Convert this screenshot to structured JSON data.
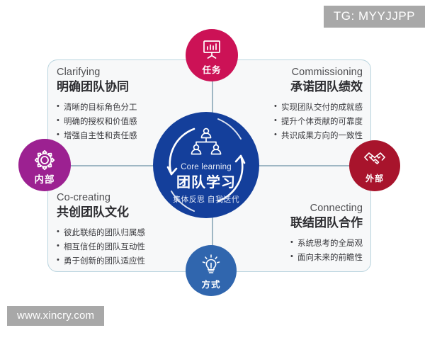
{
  "watermarks": {
    "top_right": "TG: MYYJJPP",
    "bottom_left": "www.xincry.com"
  },
  "hub": {
    "english": "Core learning",
    "chinese": "团队学习",
    "subtitle": "集体反思 自我迭代",
    "icon": "org-chart-icon",
    "color": "#143f9b"
  },
  "nodes": [
    {
      "id": "task",
      "label": "任务",
      "icon": "presentation-chart-icon",
      "color": "#cc1256",
      "position": "top"
    },
    {
      "id": "internal",
      "label": "内部",
      "icon": "gear-icon",
      "color": "#9c2191",
      "position": "left"
    },
    {
      "id": "external",
      "label": "外部",
      "icon": "handshake-icon",
      "color": "#a8142c",
      "position": "right"
    },
    {
      "id": "method",
      "label": "方式",
      "icon": "lightbulb-icon",
      "color": "#3066ae",
      "position": "bottom"
    }
  ],
  "quadrants": [
    {
      "id": "clarifying",
      "english": "Clarifying",
      "chinese": "明确团队协同",
      "bullets": [
        "清晰的目标角色分工",
        "明确的授权和价值感",
        "增强自主性和责任感"
      ]
    },
    {
      "id": "commissioning",
      "english": "Commissioning",
      "chinese": "承诺团队绩效",
      "bullets": [
        "实现团队交付的成就感",
        "提升个体贡献的可靠度",
        "共识成果方向的一致性"
      ]
    },
    {
      "id": "cocreating",
      "english": "Co-creating",
      "chinese": "共创团队文化",
      "bullets": [
        "彼此联结的团队归属感",
        "相互信任的团队互动性",
        "勇于创新的团队适应性"
      ]
    },
    {
      "id": "connecting",
      "english": "Connecting",
      "chinese": "联结团队合作",
      "bullets": [
        "系统思考的全局观",
        "面向未来的前瞻性"
      ]
    }
  ],
  "colors": {
    "frame_border": "#b9d4de",
    "frame_fill": "#f7f8f9",
    "connector_line": "#9fb7c4",
    "watermark_bg": "#a8a8a8"
  }
}
